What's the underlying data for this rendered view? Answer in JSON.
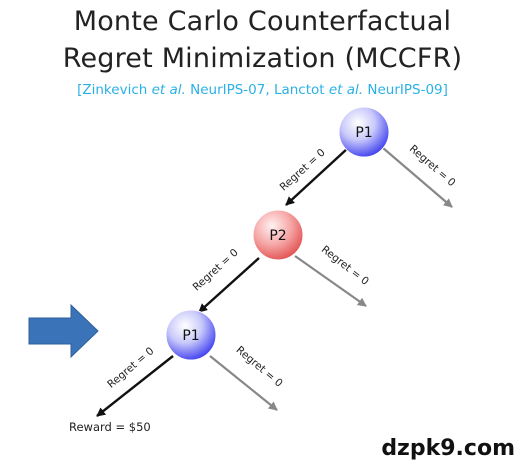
{
  "title": {
    "line1": "Monte Carlo Counterfactual",
    "line2": "Regret Minimization (MCCFR)"
  },
  "citation": {
    "open": "[Zinkevich ",
    "em1": "et al.",
    "mid": " NeurIPS-07, Lanctot ",
    "em2": "et al.",
    "close": " NeurIPS-09]"
  },
  "nodes": [
    {
      "id": "root",
      "label": "P1",
      "player": "P1",
      "color": "#3333ee"
    },
    {
      "id": "mid",
      "label": "P2",
      "player": "P2",
      "color": "#e85a5a"
    },
    {
      "id": "low",
      "label": "P1",
      "player": "P1",
      "color": "#3333ee"
    }
  ],
  "edges": [
    {
      "from": "root",
      "to": "mid",
      "label": "Regret = 0",
      "sampled": true
    },
    {
      "from": "root",
      "to": "leaf-right-1",
      "label": "Regret = 0",
      "sampled": false
    },
    {
      "from": "mid",
      "to": "low",
      "label": "Regret = 0",
      "sampled": true
    },
    {
      "from": "mid",
      "to": "leaf-right-2",
      "label": "Regret = 0",
      "sampled": false
    },
    {
      "from": "low",
      "to": "leaf-left",
      "label": "Regret = 0",
      "sampled": true
    },
    {
      "from": "low",
      "to": "leaf-right-3",
      "label": "Regret = 0",
      "sampled": false
    }
  ],
  "reward": "Reward = $50",
  "watermark": "dzpk9.com",
  "colors": {
    "pointer_arrow": "#3a73b8",
    "sampled_edge": "#111111",
    "unsampled_edge": "#888888",
    "citation": "#2bb0e6"
  }
}
